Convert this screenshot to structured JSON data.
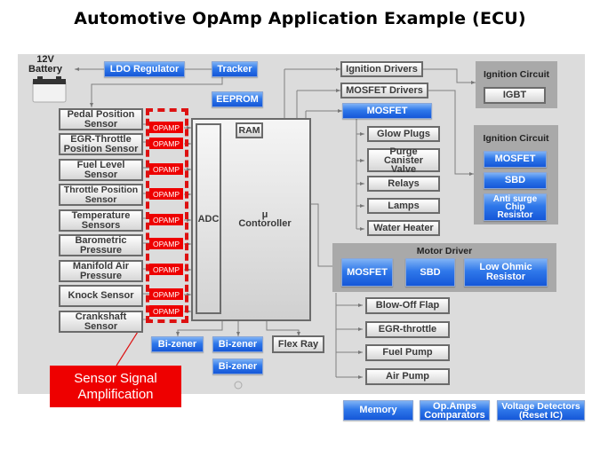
{
  "title": "Automotive OpAmp Application Example (ECU)",
  "battery": {
    "label_line1": "12V",
    "label_line2": "Battery"
  },
  "power": {
    "ldo": "LDO Regulator",
    "tracker": "Tracker",
    "eeprom": "EEPROM"
  },
  "sensors": [
    {
      "line1": "Pedal Position",
      "line2": "Sensor"
    },
    {
      "line1": "EGR-Throttle",
      "line2": "Position Sensor"
    },
    {
      "line1": "Fuel Level",
      "line2": "Sensor"
    },
    {
      "line1": "Throttle Position",
      "line2": "Sensor"
    },
    {
      "line1": "Temperature",
      "line2": "Sensors"
    },
    {
      "line1": "Barometric",
      "line2": "Pressure"
    },
    {
      "line1": "Manifold Air",
      "line2": "Pressure"
    },
    {
      "line1": "Knock Sensor",
      "line2": ""
    },
    {
      "line1": "Crankshaft",
      "line2": "Sensor"
    }
  ],
  "opamp_label": "OPAMP",
  "controller": {
    "adc": "ADC",
    "ram": "RAM",
    "mu": "μ",
    "name": "Contoroller"
  },
  "drivers": {
    "ignition": "Ignition Drivers",
    "mosfet_drivers": "MOSFET Drivers",
    "mosfet": "MOSFET"
  },
  "loads": [
    "Glow Plugs",
    "Purge Canister Valve",
    "Relays",
    "Lamps",
    "Water Heater"
  ],
  "ignition_circuit_1": {
    "label": "Ignition Circuit",
    "items": [
      "IGBT"
    ]
  },
  "ignition_circuit_2": {
    "label": "Ignition Circuit",
    "items": [
      "MOSFET",
      "SBD",
      "Anti surge Chip Resistor"
    ]
  },
  "motor_driver": {
    "label": "Motor Driver",
    "items": [
      "MOSFET",
      "SBD",
      "Low Ohmic Resistor"
    ]
  },
  "actuators": [
    "Blow-Off Flap",
    "EGR-throttle",
    "Fuel Pump",
    "Air Pump"
  ],
  "bus": {
    "bizener": "Bi-zener",
    "flexray": "Flex Ray"
  },
  "callout": {
    "line1": "Sensor Signal",
    "line2": "Amplification"
  },
  "legend": {
    "memory": "Memory",
    "opamps_line1": "Op.Amps",
    "opamps_line2": "Comparators",
    "vdet_line1": "Voltage Detectors",
    "vdet_line2": "(Reset IC)"
  },
  "colors": {
    "blue": "#1f66e0",
    "red": "#ee0000",
    "panel": "#dcdcdc"
  }
}
